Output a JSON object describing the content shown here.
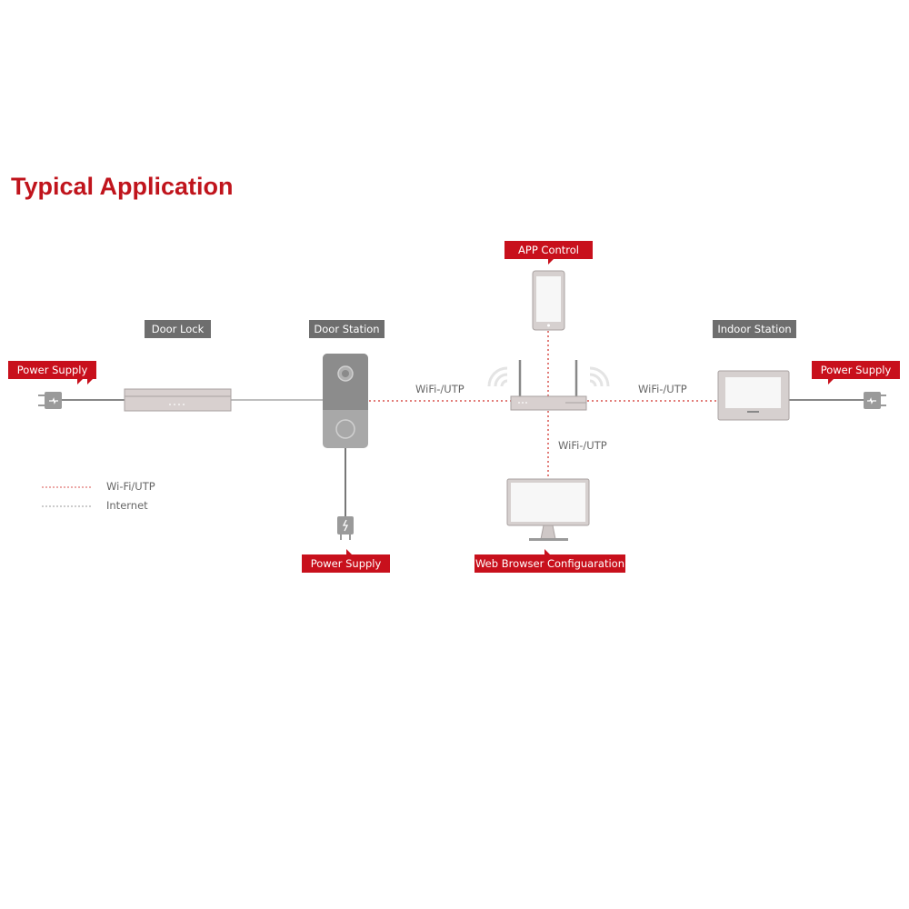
{
  "title": "Typical Application",
  "labels": {
    "door_lock": "Door Lock",
    "door_station": "Door Station",
    "indoor_station": "Indoor Station",
    "app_control": "APP Control",
    "power_supply_left": "Power Supply",
    "power_supply_bottom": "Power Supply",
    "power_supply_right": "Power Supply",
    "web_browser": "Web Browser Configuaration"
  },
  "links": {
    "door_to_router": "WiFi-/UTP",
    "router_to_indoor": "WiFi-/UTP",
    "router_to_pc": "WiFi-/UTP"
  },
  "legend": [
    {
      "label": "Wi-Fi/UTP",
      "color": "#d9534f",
      "style": "dotted"
    },
    {
      "label": "Internet",
      "color": "#999999",
      "style": "dotted"
    }
  ],
  "colors": {
    "accent": "#c8101c",
    "tag_gray": "#6e6e6e"
  }
}
